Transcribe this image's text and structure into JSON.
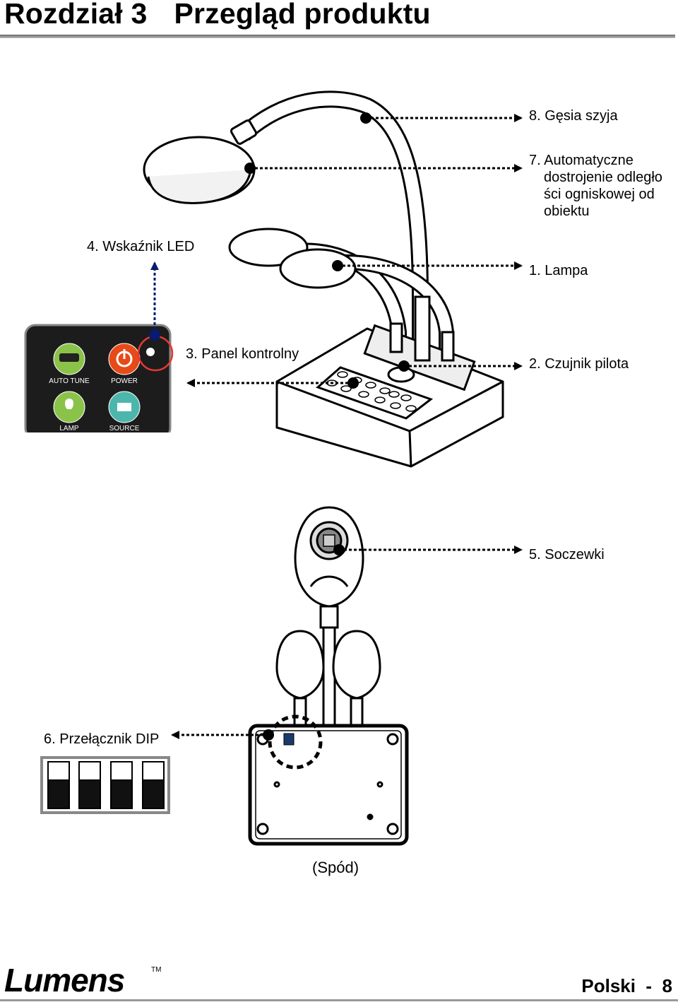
{
  "header": {
    "chapter": "Rozdział 3",
    "title": "Przegląd produktu"
  },
  "callouts": {
    "gooseneck": "8. Gęsia szyja",
    "autotune_1": "7. Automatyczne",
    "autotune_2": "dostrojenie odległo",
    "autotune_3": "ści ogniskowej od",
    "autotune_4": "obiektu",
    "led": "4. Wskaźnik LED",
    "lamp": "1. Lampa",
    "panel": "3. Panel kontrolny",
    "remote_sensor": "2. Czujnik pilota",
    "lens": "5. Soczewki",
    "dip": "6. Przełącznik DIP",
    "bottom": "(Spód)"
  },
  "panel_buttons": {
    "auto_tune": "AUTO TUNE",
    "power": "POWER",
    "lamp": "LAMP",
    "source": "SOURCE"
  },
  "footer": {
    "brand": "Lumens",
    "tm": "TM",
    "page": "Polski  -  8"
  }
}
